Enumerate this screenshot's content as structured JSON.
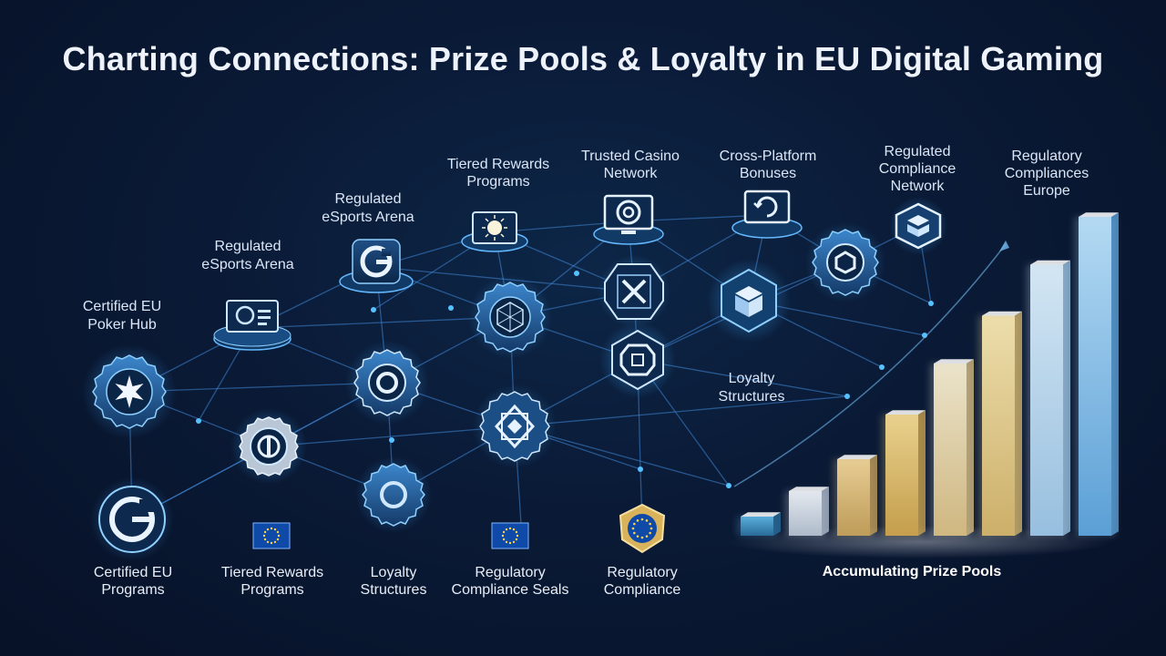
{
  "title": "Charting Connections: Prize Pools & Loyalty in EU Digital Gaming",
  "labels": {
    "tiered_rewards_top": [
      "Tiered Rewards",
      "Programs"
    ],
    "trusted_casino": [
      "Trusted Casino",
      "Network"
    ],
    "cross_platform": [
      "Cross-Platform",
      "Bonuses"
    ],
    "regulated_compliance_network": [
      "Regulated",
      "Compliance",
      "Network"
    ],
    "regulatory_compliances_europe": [
      "Regulatory",
      "Compliances",
      "Europe"
    ],
    "esports_arena_upper": [
      "Regulated",
      "eSports Arena"
    ],
    "esports_arena_lower": [
      "Regulated",
      "eSports Arena"
    ],
    "certified_poker_hub": [
      "Certified EU",
      "Poker Hub"
    ],
    "loyalty_structures_mid": [
      "Loyalty",
      "Structures"
    ],
    "certified_programs": [
      "Certified EU",
      "Programs"
    ],
    "tiered_rewards_bottom": [
      "Tiered Rewards",
      "Programs"
    ],
    "loyalty_structures_bottom": [
      "Loyalty",
      "Structures"
    ],
    "regulatory_seals": [
      "Regulatory",
      "Compliance Seals"
    ],
    "regulatory_compliance": [
      "Regulatory",
      "Compliance"
    ]
  },
  "chart": {
    "label": "Accumulating Prize Pools",
    "bar_levels": [
      0.06,
      0.14,
      0.24,
      0.38,
      0.54,
      0.69,
      0.85,
      1.0
    ],
    "bar_colors": [
      [
        "#5fb7e6",
        "#2a6f9e"
      ],
      [
        "#f2f6fb",
        "#b7c3d3"
      ],
      [
        "#f5d89a",
        "#c9a35a"
      ],
      [
        "#f7dd93",
        "#cfa54c"
      ],
      [
        "#f9f0d4",
        "#dbc083"
      ],
      [
        "#fbeab3",
        "#d8b86c"
      ],
      [
        "#e0f3ff",
        "#9fc9ea"
      ],
      [
        "#bfe6ff",
        "#5ea7e0"
      ]
    ]
  },
  "icons": {
    "poker_hub": "star-gear-icon",
    "esports_lower": "monitor-chart-icon",
    "esports_upper": "g-logo-icon",
    "tiered_top": "sun-display-icon",
    "casino": "casino-monitor-icon",
    "cross_platform": "refresh-monitor-icon",
    "compliance_network": "hexagon-box-icon",
    "gear_hex": "hex-gear-icon",
    "cube": "cube-icon",
    "x_hex": "x-hexagon-icon",
    "network_gear": "network-gear-icon",
    "center_gear": "gear-icon",
    "shield_hex": "shield-hexagon-icon",
    "star_emblem": "star-emblem-icon",
    "eye_gear": "eye-gear-icon",
    "small_gear": "small-gear-icon",
    "g_circle": "g-circle-icon",
    "eu_flag_1": "eu-flag-icon",
    "eu_flag_2": "eu-flag-icon",
    "eu_badge": "eu-badge-icon"
  },
  "colors": {
    "background": "#0a1a36",
    "accent": "#55c2ff",
    "edge": "#3f86d6"
  }
}
